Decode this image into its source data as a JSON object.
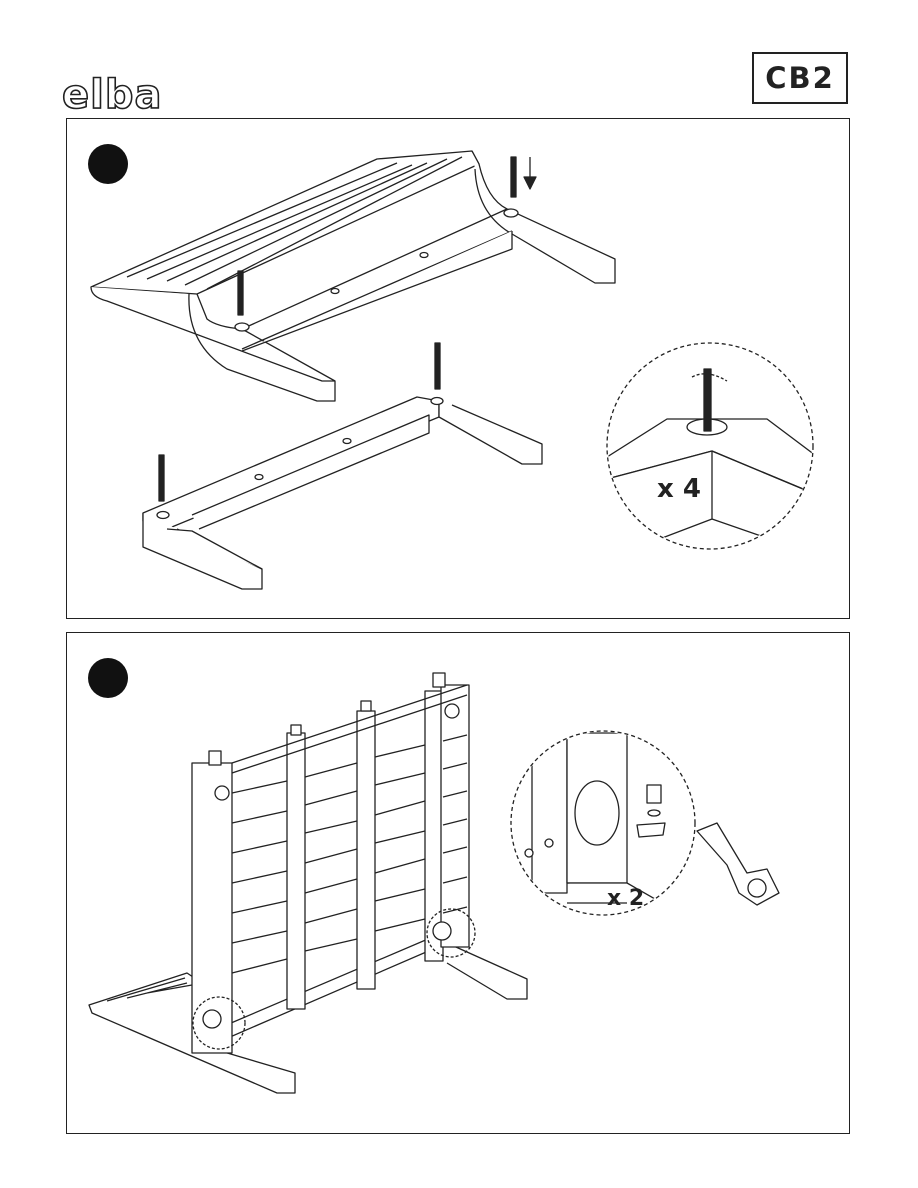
{
  "header": {
    "brand_name": "elba",
    "logo_text": "CB2"
  },
  "steps": [
    {
      "callout_count": "x 4",
      "parts": "4 dowels into base legs"
    },
    {
      "callout_count": "x 2",
      "parts": "2 bolts with nut and washer, tighten with wrench"
    }
  ]
}
